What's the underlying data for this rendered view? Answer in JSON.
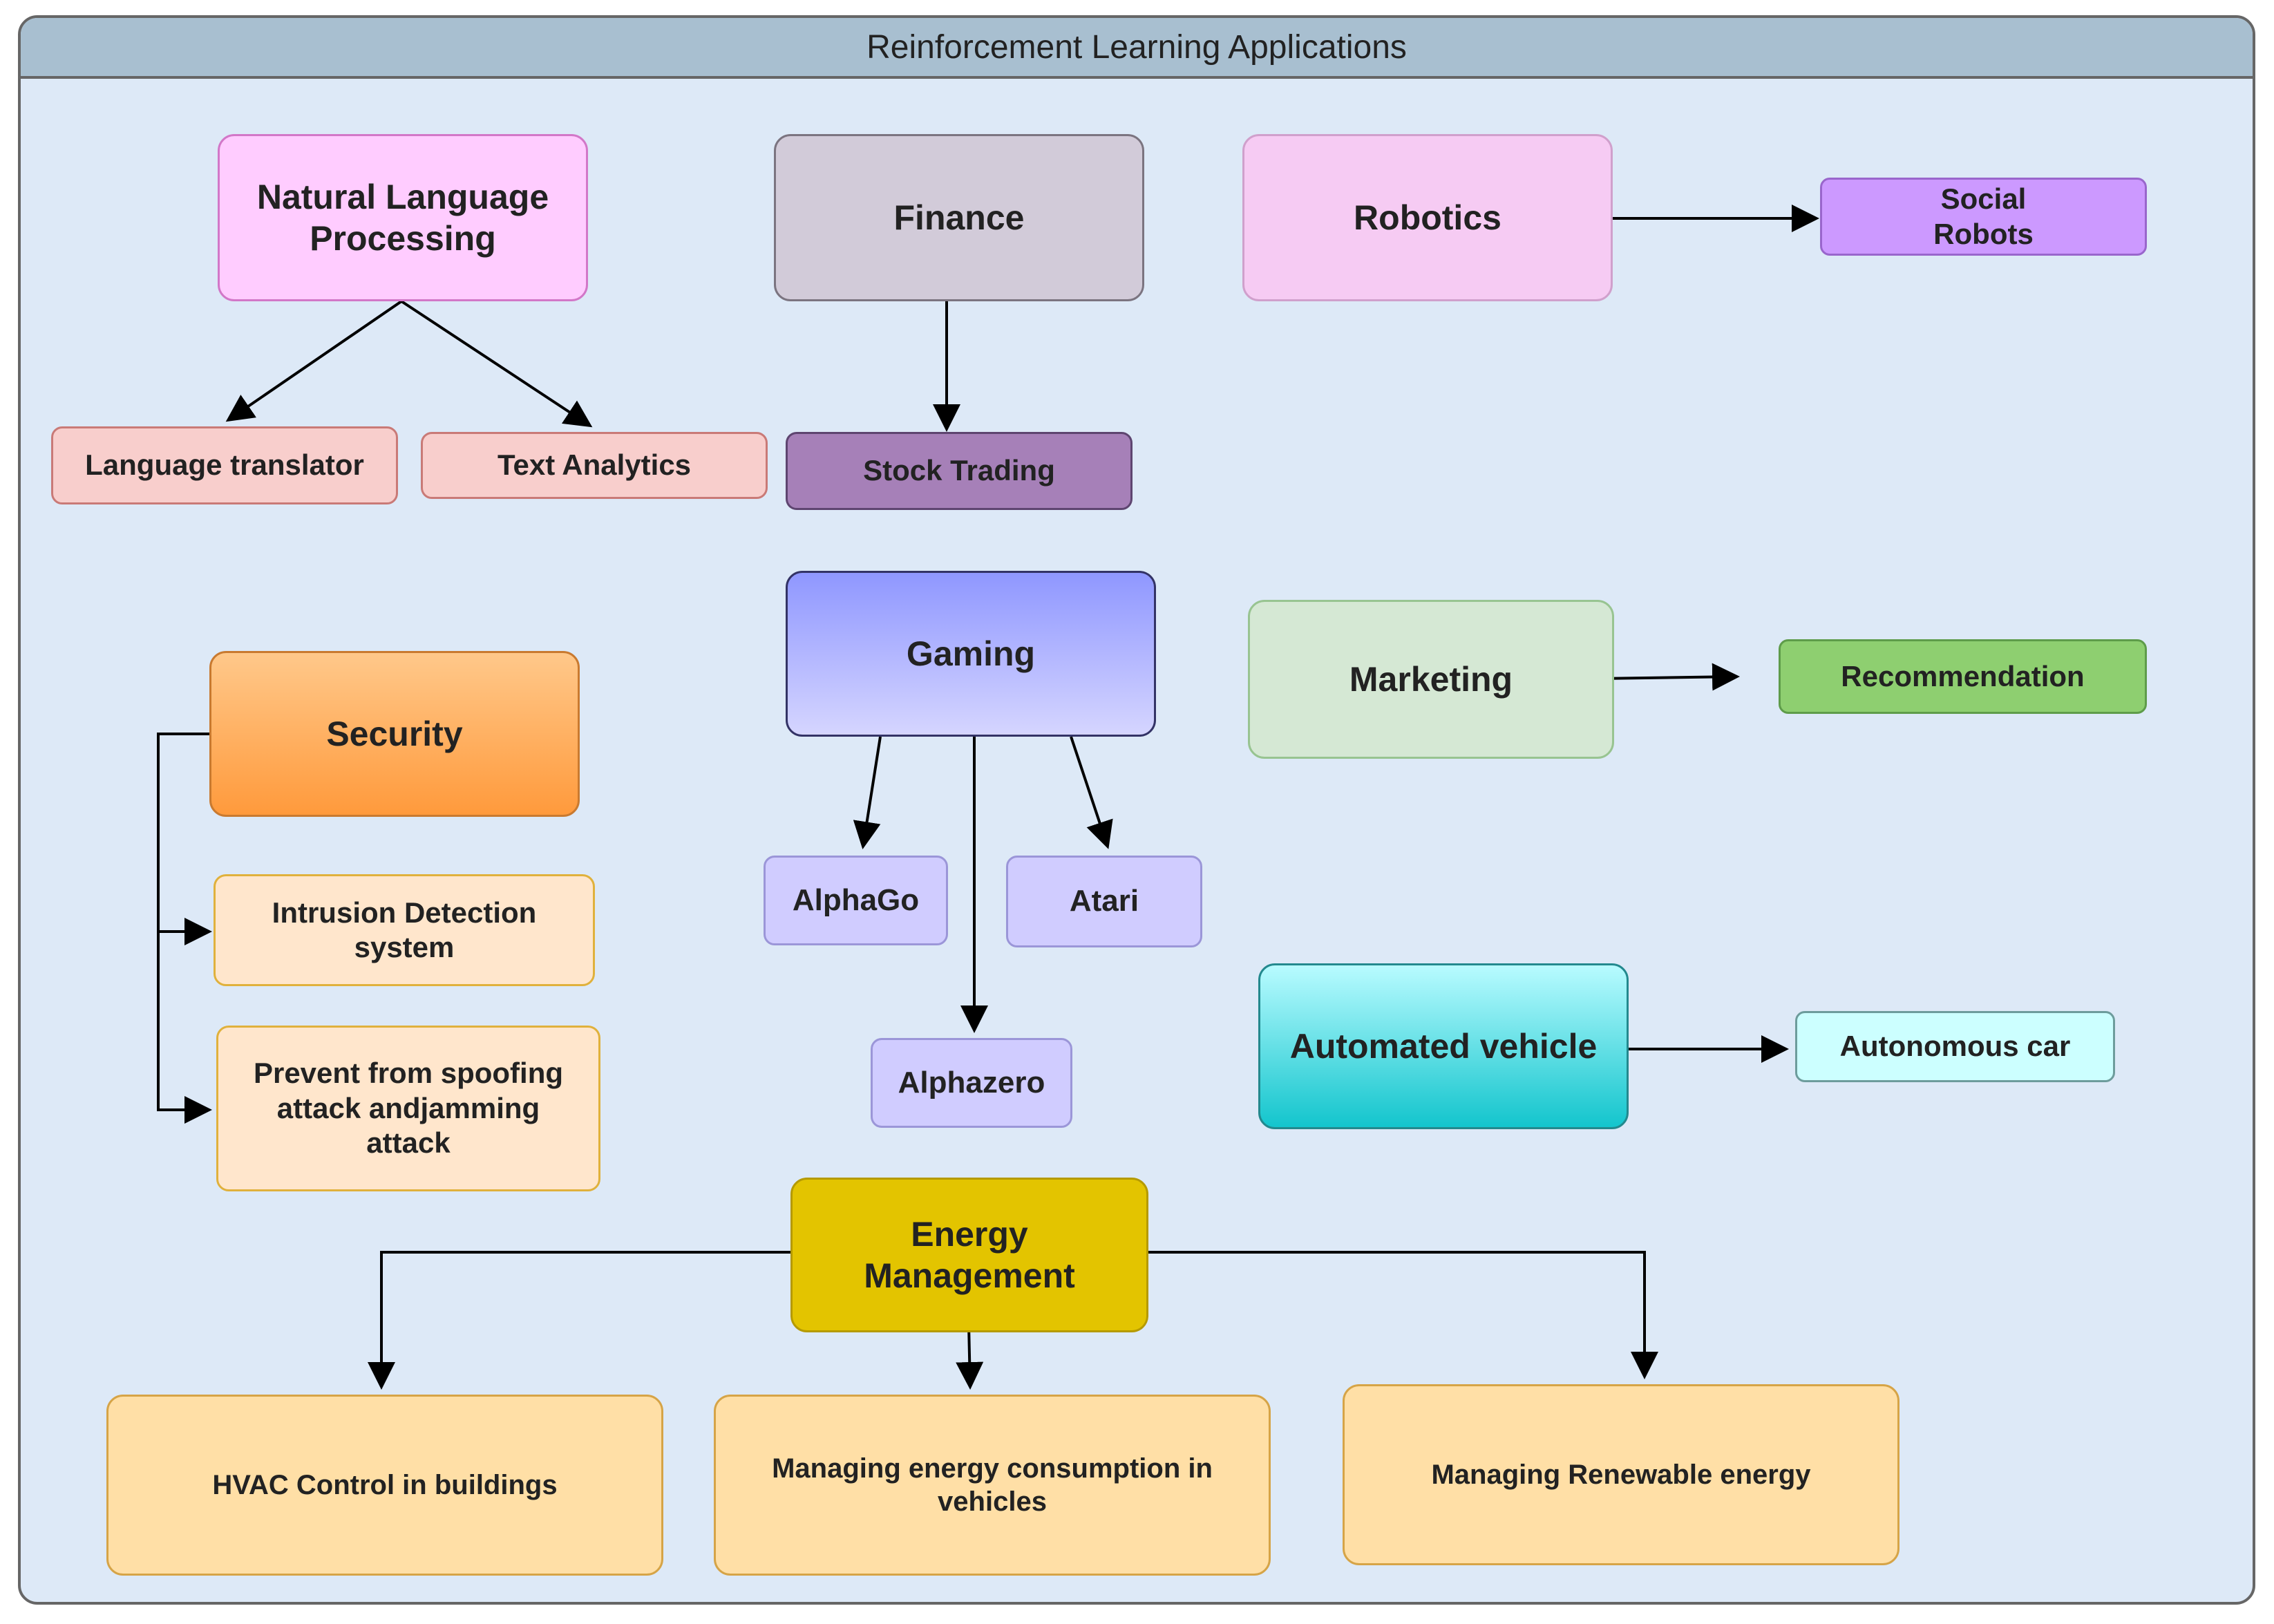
{
  "title": "Reinforcement Learning Applications",
  "colors": {
    "background": "#dde9f7",
    "header": "#a8bfd0",
    "nlp": "#ffccff",
    "nlp_child": "#f8cecc",
    "finance": "#d2cbd9",
    "stock_trading": "#a680b8",
    "robotics": "#f6cbf3",
    "social_robots": "#cc99ff",
    "gaming": "#9aa4ff",
    "gaming_child": "#d0ccff",
    "marketing": "#d5e8d4",
    "recommendation": "#8ecf70",
    "security": "#ffa64d",
    "security_child": "#ffe6cc",
    "automated_vehicle": "#19c7cf",
    "autonomous_car": "#ccffff",
    "energy": "#e3c400",
    "energy_child": "#ffdfa6"
  },
  "nodes": {
    "nlp": "Natural Language\nProcessing",
    "language_translator": "Language translator",
    "text_analytics": "Text Analytics",
    "finance": "Finance",
    "stock_trading": "Stock Trading",
    "robotics": "Robotics",
    "social_robots": "Social\nRobots",
    "gaming": "Gaming",
    "alphago": "AlphaGo",
    "atari": "Atari",
    "alphazero": "Alphazero",
    "marketing": "Marketing",
    "recommendation": "Recommendation",
    "security": "Security",
    "intrusion_detection": "Intrusion Detection\nsystem",
    "prevent_spoofing": "Prevent from spoofing\nattack andjamming\nattack",
    "automated_vehicle": "Automated vehicle",
    "autonomous_car": "Autonomous car",
    "energy_management": "Energy Management",
    "hvac_control": "HVAC Control in buildings",
    "managing_vehicles": "Managing energy consumption in\nvehicles",
    "managing_renewable": "Managing Renewable energy"
  }
}
